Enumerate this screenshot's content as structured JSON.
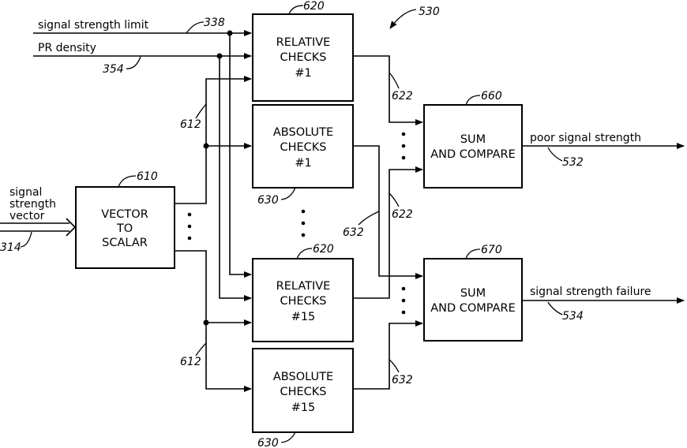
{
  "figure_ref": "530",
  "inputs": {
    "signal_strength_limit": {
      "label": "signal strength limit",
      "ref": "338"
    },
    "pr_density": {
      "label": "PR density",
      "ref": "354"
    },
    "signal_strength_vector": {
      "line1": "signal",
      "line2": "strength",
      "line3": "vector",
      "ref": "314"
    }
  },
  "blocks": {
    "vector_to_scalar": {
      "line1": "VECTOR",
      "line2": "TO",
      "line3": "SCALAR",
      "ref": "610"
    },
    "relative_1": {
      "line1": "RELATIVE",
      "line2": "CHECKS",
      "line3": "#1",
      "ref": "620"
    },
    "absolute_1": {
      "line1": "ABSOLUTE",
      "line2": "CHECKS",
      "line3": "#1",
      "ref": "630"
    },
    "relative_15": {
      "line1": "RELATIVE",
      "line2": "CHECKS",
      "line3": "#15",
      "ref": "620"
    },
    "absolute_15": {
      "line1": "ABSOLUTE",
      "line2": "CHECKS",
      "line3": "#15",
      "ref": "630"
    },
    "sum_compare_1": {
      "line1": "SUM",
      "line2": "AND COMPARE",
      "ref": "660"
    },
    "sum_compare_2": {
      "line1": "SUM",
      "line2": "AND COMPARE",
      "ref": "670"
    }
  },
  "outputs": {
    "poor_signal_strength": {
      "label": "poor signal strength",
      "ref": "532"
    },
    "signal_strength_failure": {
      "label": "signal strength failure",
      "ref": "534"
    }
  },
  "line_refs": {
    "scalar_upper": "612",
    "scalar_lower": "612",
    "rel1_out": "622",
    "rel15_out": "622",
    "abs1_out": "632",
    "abs15_out": "632"
  }
}
